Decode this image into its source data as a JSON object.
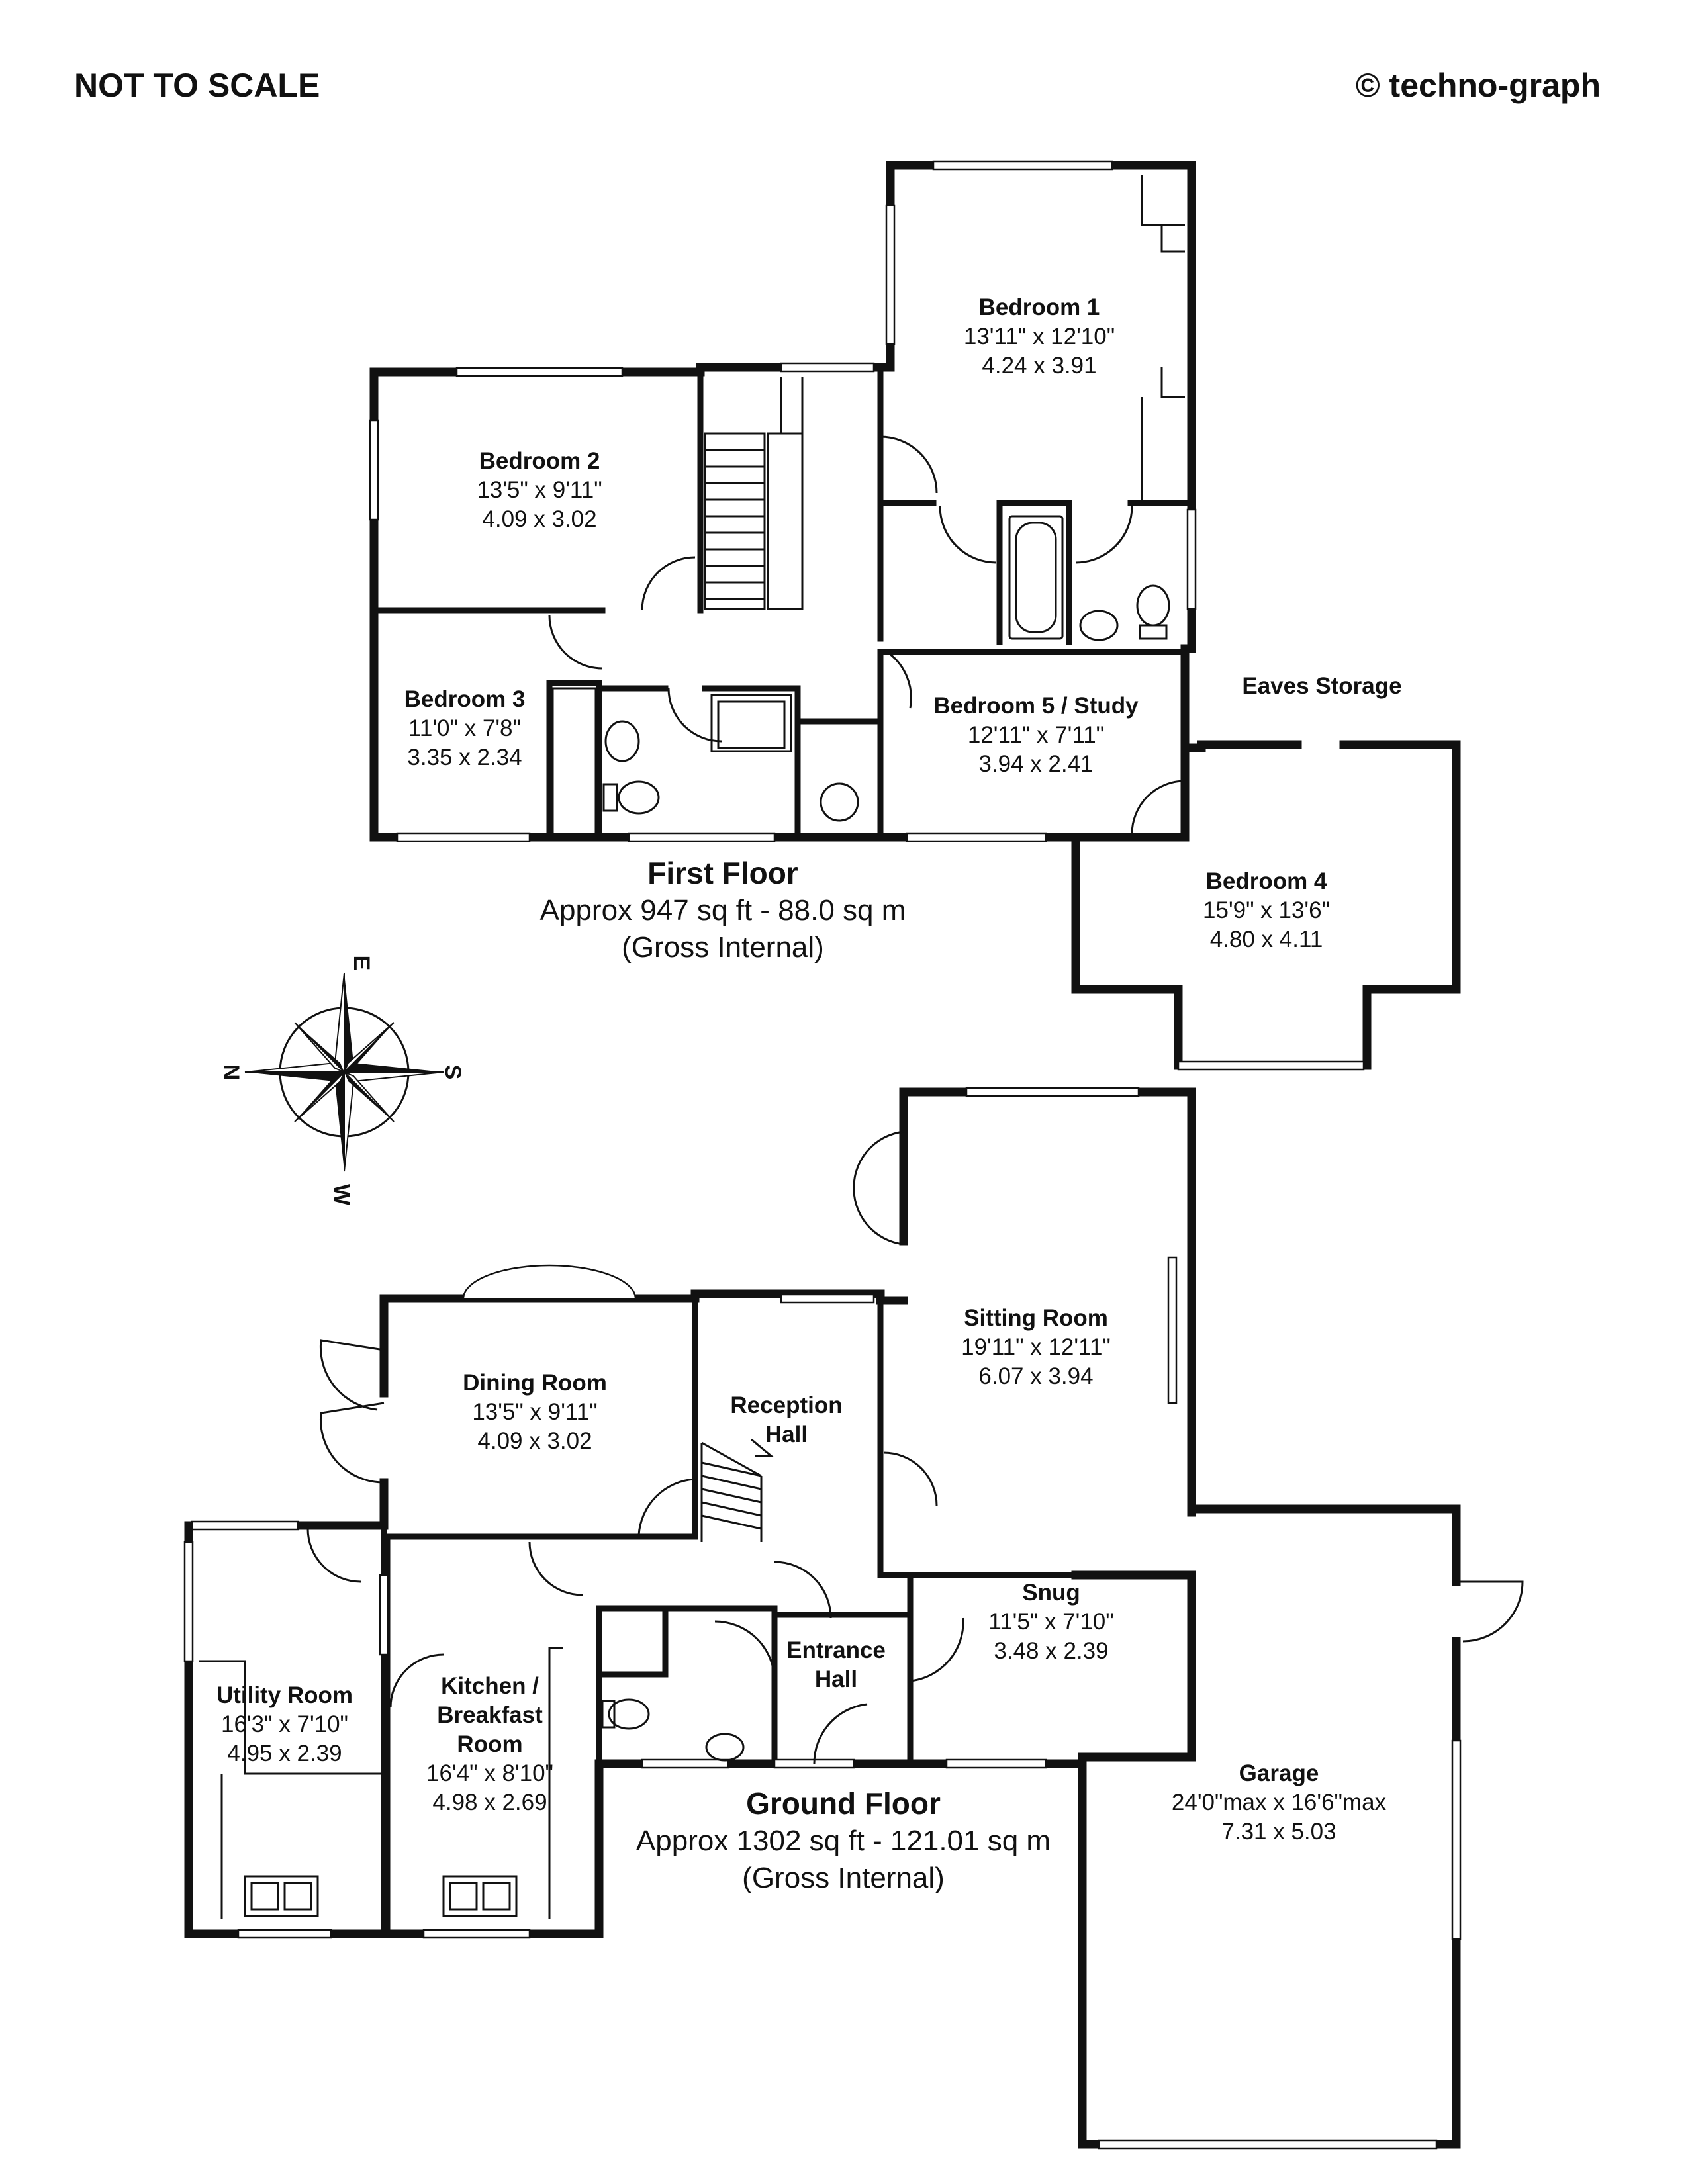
{
  "header": {
    "scale_note": "NOT TO SCALE",
    "copyright": "© techno-graph"
  },
  "compass": {
    "n": "N",
    "e": "E",
    "s": "S",
    "w": "W"
  },
  "first_floor": {
    "title": "First Floor",
    "area": "Approx 947 sq ft - 88.0 sq m",
    "basis": "(Gross Internal)",
    "rooms": [
      {
        "id": "bedroom-1",
        "name": "Bedroom 1",
        "imperial": "13'11\" x 12'10\"",
        "metric": "4.24 x 3.91"
      },
      {
        "id": "bedroom-2",
        "name": "Bedroom 2",
        "imperial": "13'5\" x 9'11\"",
        "metric": "4.09 x 3.02"
      },
      {
        "id": "bedroom-3",
        "name": "Bedroom 3",
        "imperial": "11'0\" x 7'8\"",
        "metric": "3.35 x 2.34"
      },
      {
        "id": "bedroom-5",
        "name": "Bedroom 5 / Study",
        "imperial": "12'11\" x 7'11\"",
        "metric": "3.94 x 2.41"
      },
      {
        "id": "eaves",
        "name": "Eaves Storage",
        "imperial": "",
        "metric": ""
      },
      {
        "id": "bedroom-4",
        "name": "Bedroom 4",
        "imperial": "15'9\" x 13'6\"",
        "metric": "4.80 x 4.11"
      }
    ]
  },
  "ground_floor": {
    "title": "Ground Floor",
    "area": "Approx 1302 sq ft - 121.01 sq m",
    "basis": "(Gross Internal)",
    "rooms": [
      {
        "id": "sitting",
        "name": "Sitting Room",
        "imperial": "19'11\" x 12'11\"",
        "metric": "6.07 x 3.94"
      },
      {
        "id": "dining",
        "name": "Dining Room",
        "imperial": "13'5\" x 9'11\"",
        "metric": "4.09 x 3.02"
      },
      {
        "id": "reception",
        "name": "Reception\nHall",
        "imperial": "",
        "metric": ""
      },
      {
        "id": "snug",
        "name": "Snug",
        "imperial": "11'5\" x 7'10\"",
        "metric": "3.48 x 2.39"
      },
      {
        "id": "entrance",
        "name": "Entrance\nHall",
        "imperial": "",
        "metric": ""
      },
      {
        "id": "utility",
        "name": "Utility Room",
        "imperial": "16'3\" x 7'10\"",
        "metric": "4.95 x 2.39"
      },
      {
        "id": "kitchen",
        "name": "Kitchen /\nBreakfast\nRoom",
        "imperial": "16'4\" x 8'10\"",
        "metric": "4.98 x 2.69"
      },
      {
        "id": "garage",
        "name": "Garage",
        "imperial": "24'0\"max x 16'6\"max",
        "metric": "7.31 x 5.03"
      }
    ]
  }
}
